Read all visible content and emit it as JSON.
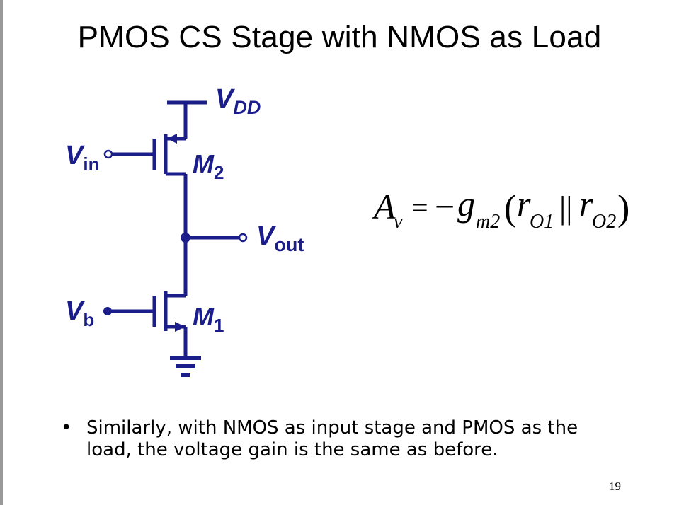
{
  "slide": {
    "title": "PMOS CS Stage with NMOS as Load",
    "bullet_symbol": "•",
    "bullet_text": "Similarly, with NMOS as input stage and PMOS as the load, the voltage gain is the same as before.",
    "page_number": "19"
  },
  "schematic": {
    "vdd": {
      "main": "V",
      "sub": "DD"
    },
    "vin": {
      "main": "V",
      "sub": "in"
    },
    "vout": {
      "main": "V",
      "sub": "out"
    },
    "vb": {
      "main": "V",
      "sub": "b"
    },
    "m2": {
      "main": "M",
      "sub": "2"
    },
    "m1": {
      "main": "M",
      "sub": "1"
    }
  },
  "equation": {
    "lhs": "A",
    "lhs_sub": "v",
    "equals": "=",
    "minus": "−",
    "g": "g",
    "g_sub": "m2",
    "open_paren": "(",
    "r1": "r",
    "r1_sub": "O1",
    "parallel": "||",
    "r2": "r",
    "r2_sub": "O2",
    "close_paren": ")"
  },
  "colors": {
    "circuit": "#1b1e8a",
    "text": "#000000"
  }
}
